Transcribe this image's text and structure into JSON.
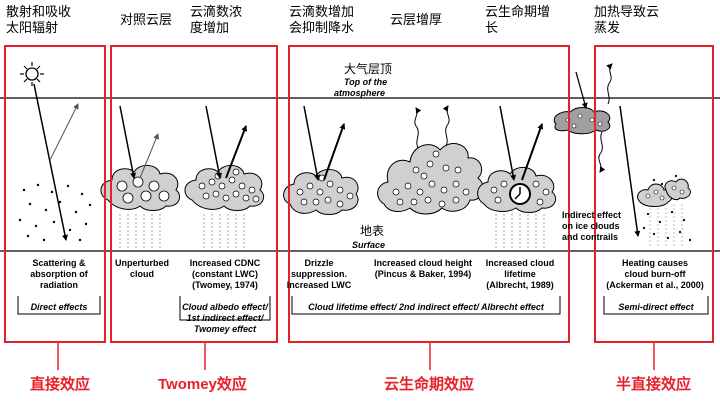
{
  "top_labels": {
    "scatter": [
      "散射和吸收",
      "太阳辐射"
    ],
    "unperturbed": [
      "对照云层"
    ],
    "cdnc": [
      "云滴数浓",
      "度增加"
    ],
    "drizzle": [
      "云滴数增加",
      "会抑制降水"
    ],
    "thicken": [
      "云层增厚"
    ],
    "lifetime": [
      "云生命期增",
      "长"
    ],
    "heating": [
      "加热导致云",
      "蒸发"
    ]
  },
  "diagram": {
    "toa_cn": "大气层顶",
    "toa_en_1": "Top of the",
    "toa_en_2": "atmosphere",
    "surface_cn": "地表",
    "surface_en": "Surface",
    "ice_1": "Indirect effect",
    "ice_2": "on ice clouds",
    "ice_3": "and contrails"
  },
  "panels": {
    "p1": [
      "Scattering &",
      "absorption of",
      "radiation"
    ],
    "p2": [
      "Unperturbed",
      "cloud"
    ],
    "p3": [
      "Increased CDNC",
      "(constant LWC)",
      "(Twomey, 1974)"
    ],
    "p4": [
      "Drizzle",
      "suppression.",
      "Increased LWC"
    ],
    "p5": [
      "Increased cloud height",
      "(Pincus & Baker, 1994)"
    ],
    "p6": [
      "Increased cloud",
      "lifetime",
      "(Albrecht, 1989)"
    ],
    "p7": [
      "Heating causes",
      "cloud  burn-off",
      "(Ackerman et al., 2000)"
    ]
  },
  "groups": {
    "direct": "Direct effects",
    "albedo_1": "Cloud albedo effect/",
    "albedo_2": "1st indirect effect/",
    "albedo_3": "Twomey effect",
    "lifetime": "Cloud lifetime effect/ 2nd indirect effect/ Albrecht effect",
    "semi": "Semi-direct effect"
  },
  "bottom_labels": {
    "direct": "直接效应",
    "twomey": "Twomey效应",
    "lifetime": "云生命期效应",
    "semi": "半直接效应"
  },
  "colors": {
    "highlight": "#e8202a",
    "cloud_fill": "#d0d0d0",
    "ice_cloud_fill": "#a0a0a0"
  }
}
